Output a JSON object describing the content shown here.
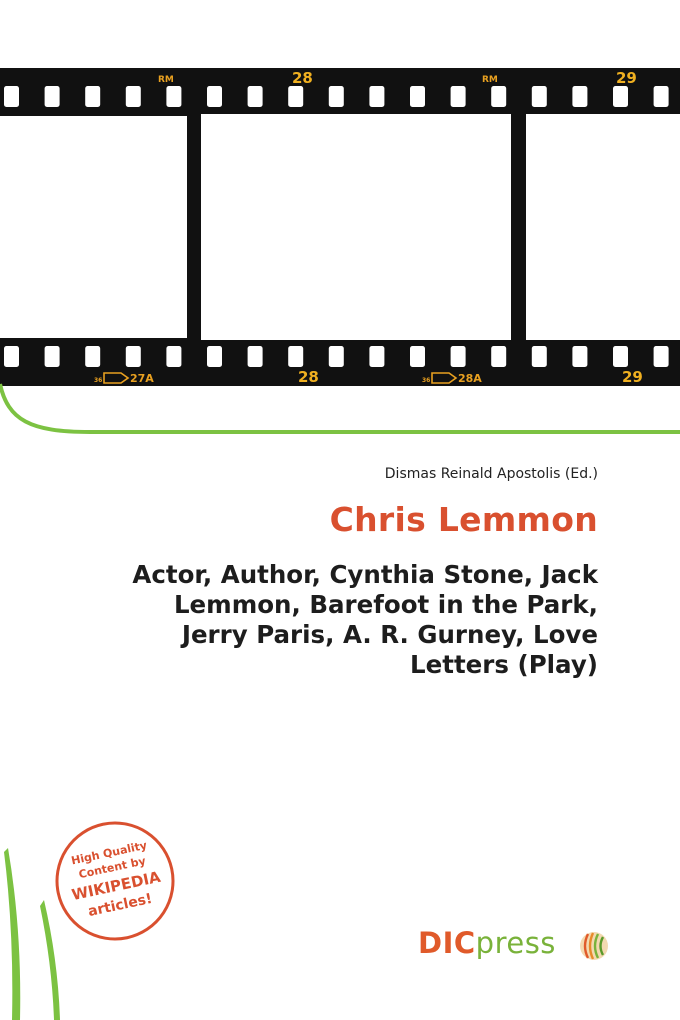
{
  "filmstrip": {
    "top_markings": [
      "RM",
      "28",
      "RM",
      "29"
    ],
    "bottom_markings": [
      "27A",
      "28",
      "28A",
      "29"
    ],
    "bottom_small": [
      "36",
      "36"
    ]
  },
  "book": {
    "editor": "Dismas Reinald Apostolis (Ed.)",
    "title": "Chris Lemmon",
    "subtitle_lines": [
      "Actor, Author, Cynthia Stone, Jack",
      "Lemmon, Barefoot in the Park,",
      "Jerry Paris, A. R. Gurney, Love",
      "Letters (Play)"
    ]
  },
  "stamp": {
    "lines": [
      "High Quality",
      "Content by",
      "WIKIPEDIA",
      "articles!"
    ]
  },
  "publisher": {
    "part1": "DIC",
    "part2": "press"
  },
  "colors": {
    "title": "#d9502f",
    "green": "#7cc242",
    "film": "#111111",
    "stamp": "#d9502f"
  }
}
